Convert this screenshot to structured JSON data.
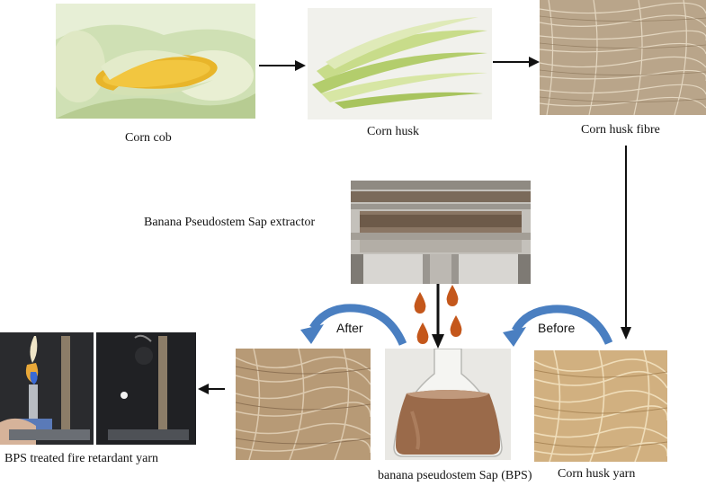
{
  "labels": {
    "corn_cob": "Corn cob",
    "corn_husk": "Corn husk",
    "corn_husk_fibre": "Corn husk fibre",
    "extractor": "Banana Pseudostem Sap extractor",
    "after": "After",
    "before": "Before",
    "bps_yarn": "BPS treated fire retardant yarn",
    "sap": "banana pseudostem Sap (BPS)",
    "husk_yarn": "Corn husk yarn"
  },
  "colors": {
    "arrow": "#111111",
    "curved_arrow": "#4a7fc1",
    "sap_drop": "#c4571b"
  }
}
